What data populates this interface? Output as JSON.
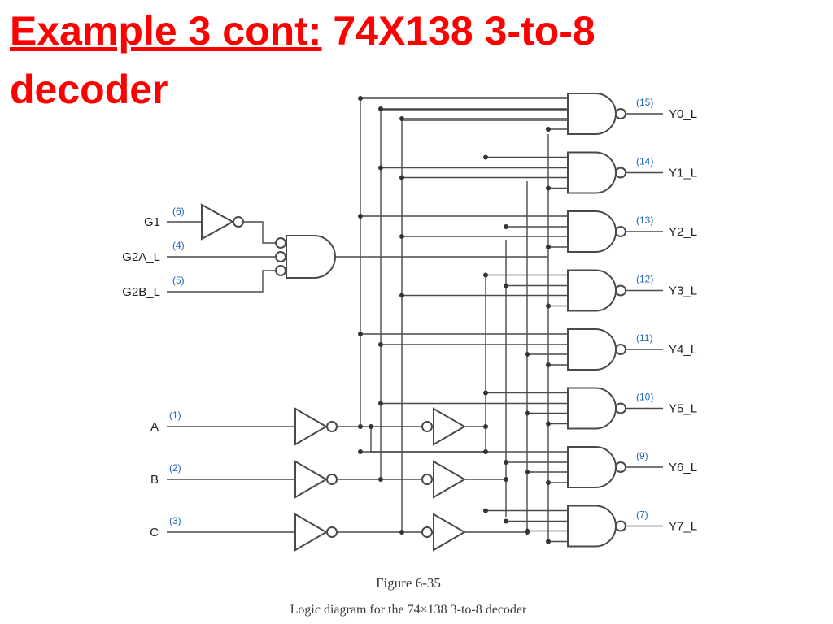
{
  "title": {
    "lead": "Example 3 cont:",
    "rest": " 74X138  3-to-8\ndecoder",
    "color": "#ff0000"
  },
  "inputs": [
    {
      "name": "G1",
      "pin": "(6)"
    },
    {
      "name": "G2A_L",
      "pin": "(4)"
    },
    {
      "name": "G2B_L",
      "pin": "(5)"
    },
    {
      "name": "A",
      "pin": "(1)"
    },
    {
      "name": "B",
      "pin": "(2)"
    },
    {
      "name": "C",
      "pin": "(3)"
    }
  ],
  "outputs": [
    {
      "name": "Y0_L",
      "pin": "(15)"
    },
    {
      "name": "Y1_L",
      "pin": "(14)"
    },
    {
      "name": "Y2_L",
      "pin": "(13)"
    },
    {
      "name": "Y3_L",
      "pin": "(12)"
    },
    {
      "name": "Y4_L",
      "pin": "(11)"
    },
    {
      "name": "Y5_L",
      "pin": "(10)"
    },
    {
      "name": "Y6_L",
      "pin": "(9)"
    },
    {
      "name": "Y7_L",
      "pin": "(7)"
    }
  ],
  "figure": {
    "number": "Figure 6-35",
    "caption": "Logic diagram for the 74×138 3-to-8 decoder"
  },
  "colors": {
    "wire": "#4a4a4a",
    "pin_label": "#1f66b8",
    "title": "#ff0000"
  }
}
